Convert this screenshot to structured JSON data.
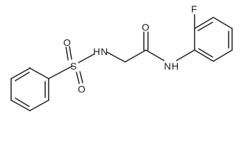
{
  "molecule": {
    "atoms": {
      "O_sulfonyl_upper": "O",
      "S": "S",
      "O_sulfonyl_lower": "O",
      "NH_sulfonamide": "H",
      "N_sulfonamide": "N",
      "O_carbonyl": "O",
      "N_amide": "N",
      "H_amide": "H",
      "F": "F"
    }
  }
}
